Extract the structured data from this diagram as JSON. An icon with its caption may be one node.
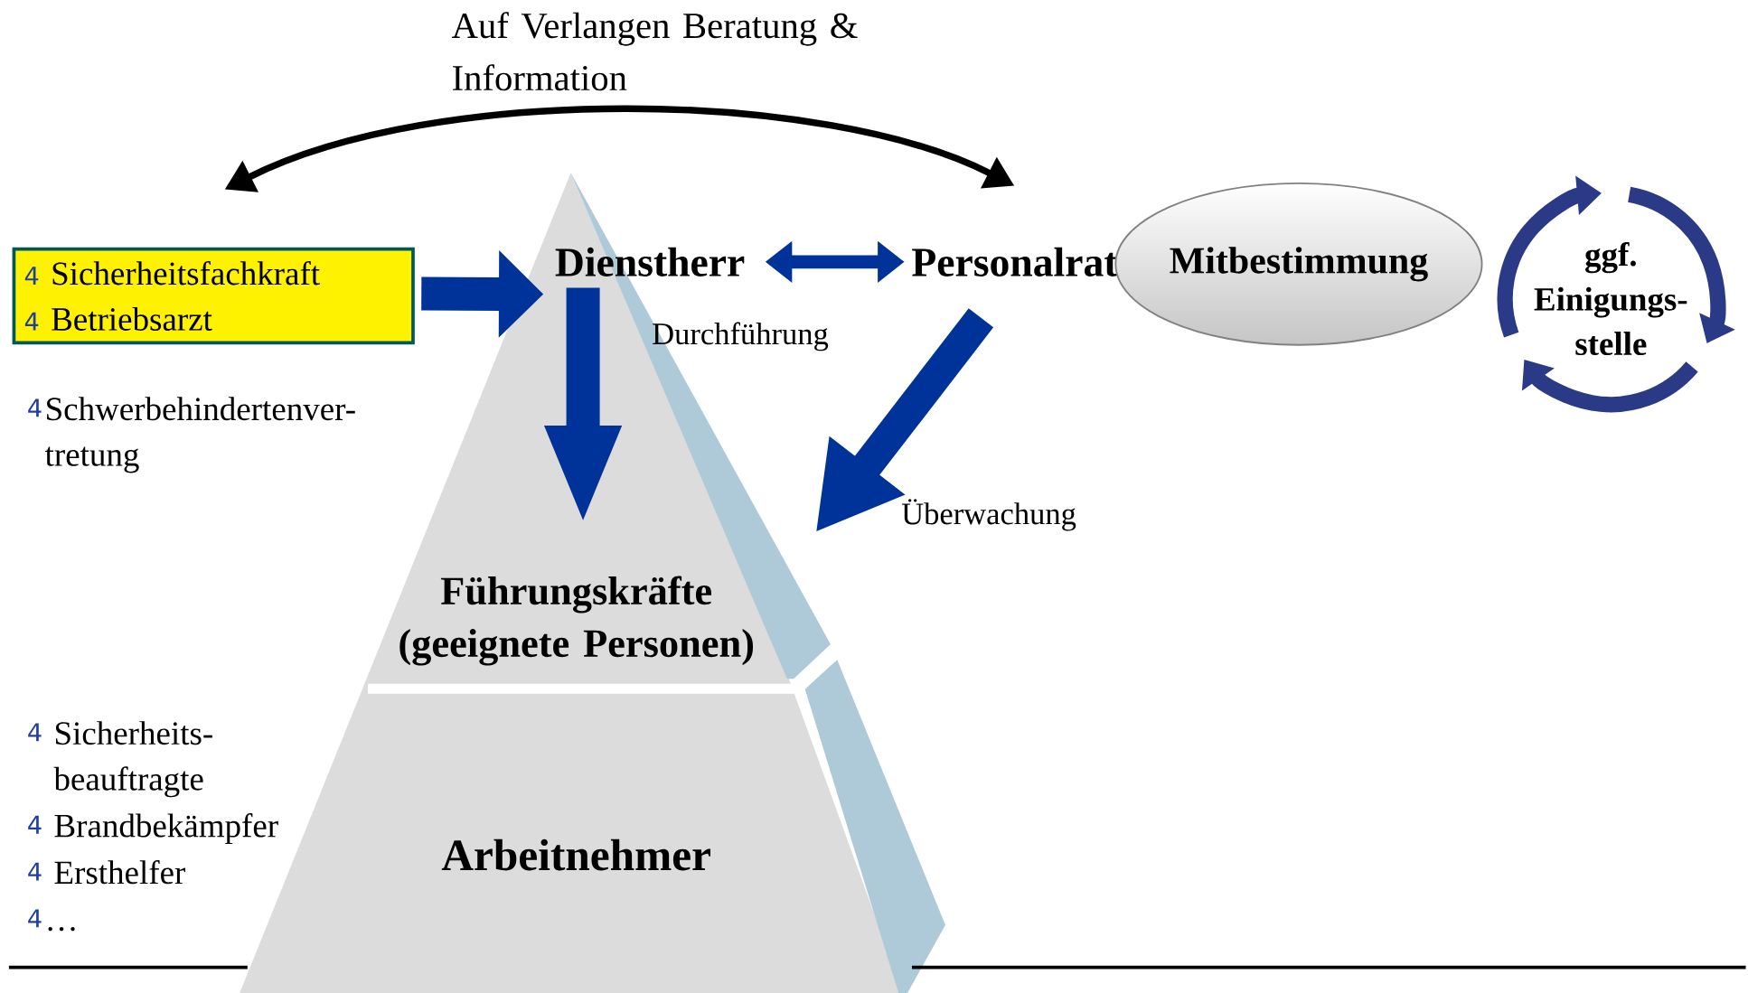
{
  "diagram": {
    "nodes": [
      {
        "text": [
          "4",
          "Sicherheitsfachkraft",
          "4",
          "Betriebsarzt"
        ]
      },
      {
        "text": [
          "Dienstherr"
        ]
      },
      {
        "text": [
          "Personalrat"
        ]
      },
      {
        "text": [
          "Mitbestimmung"
        ]
      },
      {
        "text": [
          "ggf. Einigungs- stelle"
        ]
      },
      {
        "text": [
          "Führungskräfte (geeignete Personen)"
        ]
      },
      {
        "text": [
          "Arbeitnehmer"
        ]
      }
    ],
    "edges": [
      {
        "from": 0,
        "to": 2,
        "arrow": "both",
        "color": "#000000",
        "label": "Auf Verlangen Beratung & Information"
      },
      {
        "from": 0,
        "to": 1,
        "arrow": "to"
      },
      {
        "from": 1,
        "to": 2,
        "arrow": "both"
      },
      {
        "from": 1,
        "to": 5,
        "arrow": "to",
        "label": "Durchführung"
      },
      {
        "from": 2,
        "to": 5,
        "arrow": "to",
        "label": "Überwachung"
      }
    ],
    "labels": [
      "4",
      "Schwerbehindertenver- tretung",
      "4",
      "Sicherheits- beauftragte",
      "4",
      "Brandbekämpfer",
      "4",
      "Ersthelfer",
      "4",
      "…"
    ]
  }
}
